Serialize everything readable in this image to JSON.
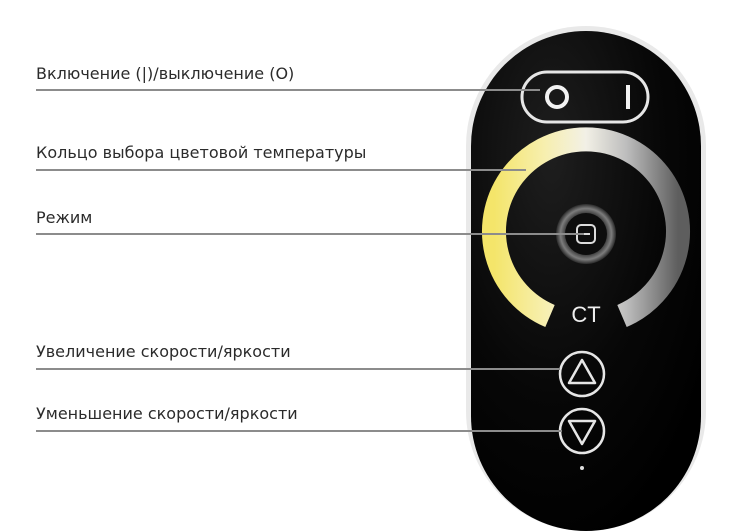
{
  "callouts": [
    {
      "id": "power",
      "label": "Включение (|)/выключение (О)"
    },
    {
      "id": "ring",
      "label": "Кольцо выбора цветовой температуры"
    },
    {
      "id": "mode",
      "label": "Режим"
    },
    {
      "id": "up",
      "label": "Увеличение скорости/яркости"
    },
    {
      "id": "down",
      "label": "Уменьшение скорости/яркости"
    }
  ],
  "remote": {
    "power_off_glyph": "O",
    "power_on_glyph": "I",
    "ring_label": "CT"
  },
  "colors": {
    "remote_body": "#050505",
    "ring_warm": "#f1e26f",
    "ring_cool": "#6f6f6f",
    "leader_line": "#8c8c8c",
    "label_text": "#2b2b2b"
  },
  "icons": {
    "mode": "mode-icon",
    "up": "triangle-up-icon",
    "down": "triangle-down-icon"
  }
}
